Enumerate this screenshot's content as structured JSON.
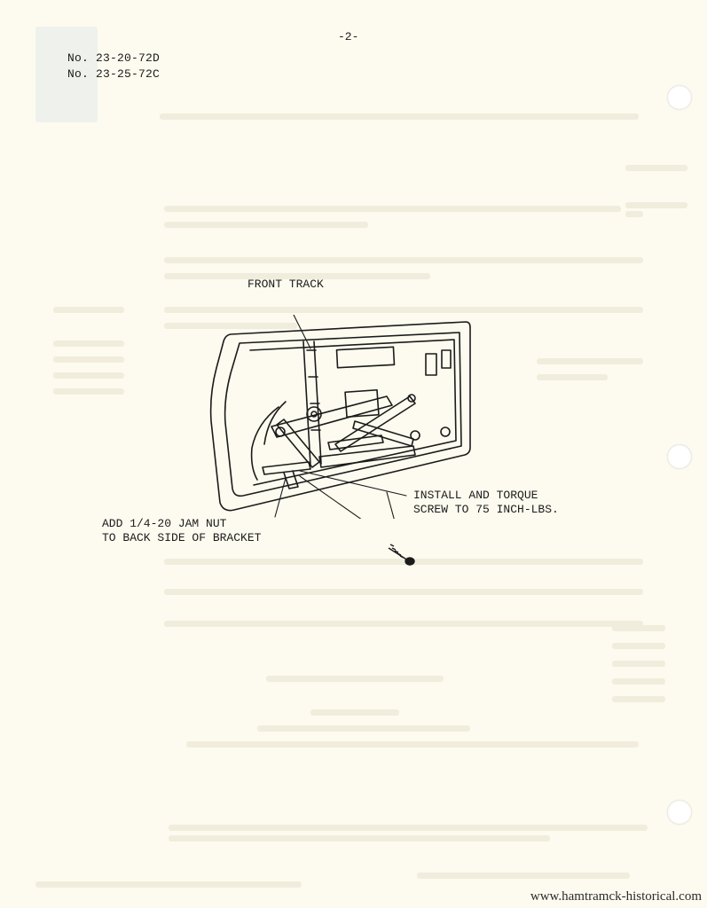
{
  "bulletin": {
    "numbers": [
      "No. 23-20-72D",
      "No. 23-25-72C"
    ],
    "page_number": "-2-"
  },
  "figure": {
    "labels": {
      "front_track": "FRONT TRACK",
      "install_torque": "INSTALL AND TORQUE\nSCREW TO 75 INCH-LBS.",
      "jam_nut": "ADD 1/4-20 JAM NUT\nTO BACK SIDE OF BRACKET"
    }
  },
  "watermark": "www.hamtramck-historical.com",
  "colors": {
    "paper": "#fdfbef",
    "ink": "#1b1b1b",
    "ghost": "#e8e4d2"
  }
}
